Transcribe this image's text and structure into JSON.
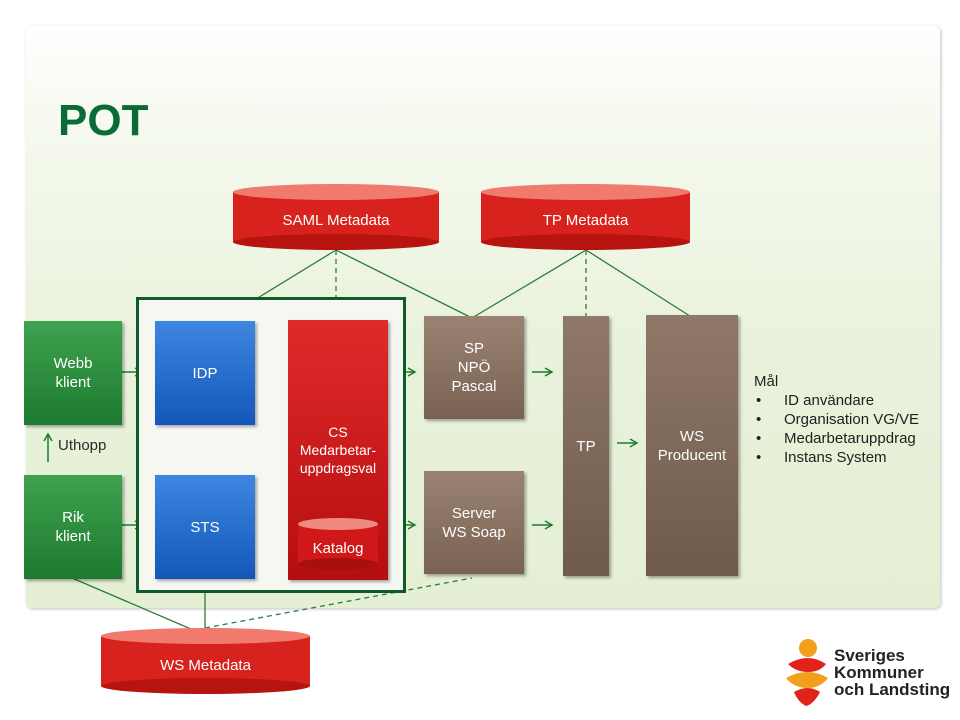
{
  "title": "POT",
  "metadata": {
    "saml": "SAML Metadata",
    "tp": "TP Metadata",
    "ws": "WS Metadata"
  },
  "boxes": {
    "webb_klient": "Webb\nklient",
    "uthopp": "Uthopp",
    "rik_klient": "Rik\nklient",
    "idp": "IDP",
    "sts": "STS",
    "cs": "CS\nMedarbetar-\nuppdragsval",
    "katalog": "Katalog",
    "sp": "SP\nNPÖ\nPascal",
    "server": "Server\nWS Soap",
    "tp": "TP",
    "ws_producent": "WS\nProducent"
  },
  "goals": {
    "heading": "Mål",
    "items": [
      "ID användare",
      "Organisation VG/VE",
      "Medarbetaruppdrag",
      "Instans System"
    ]
  },
  "logo": {
    "lines": [
      "Sveriges",
      "Kommuner",
      "och Landsting"
    ]
  },
  "colors": {
    "title": "#0b6b37",
    "green": "#1d7a2e",
    "blue": "#1457b8",
    "red": "#c41515",
    "brown": "#7a6252",
    "frame": "#0f5a2a"
  }
}
